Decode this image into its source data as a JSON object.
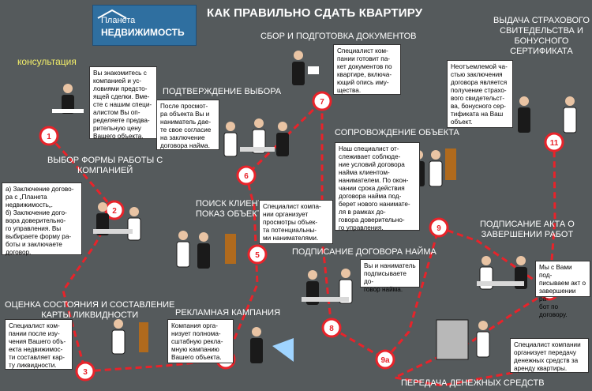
{
  "page_title": "КАК ПРАВИЛЬНО СДАТЬ КВАРТИРУ",
  "logo": {
    "line1": "Планета",
    "line2": "НЕДВИЖИМОСТЬ"
  },
  "colors": {
    "background": "#555a5c",
    "path": "#e8232a",
    "circle_fill": "#ffffff",
    "title": "#ffffff",
    "highlight": "#f2ee6a"
  },
  "steps": [
    {
      "number": "1",
      "title": "консультация",
      "text": "Вы знакомитесь с\nкомпанией и ус-\nловиями предсто-\nящей сделки. Вме-\nсте с нашим специ-\nалистом Вы оп-\nределяете предва-\nрительную цену\nВашего объекта."
    },
    {
      "number": "2",
      "title": "ВЫБОР ФОРМЫ РАБОТЫ С\nКОМПАНИЕЙ",
      "text": "а) Заключение догово-\nра с „Планета\nнедвижимость„.\nб) Заключение дого-\nвора доверительно-\nго управления. Вы\nвыбираете форму ра-\nботы и заключаете\nдоговор."
    },
    {
      "number": "3",
      "title": "ОЦЕНКА СОСТОЯНИЯ  И СОСТАВЛЕНИЕ\nКАРТЫ ЛИКВИДНОСТИ",
      "text": "Специалист ком-\nпании после изу-\nчения Вашего объ-\nекта недвижимос-\nти составляет кар-\nту ликвидности."
    },
    {
      "number": "4",
      "title": "РЕКЛАМНАЯ КАМПАНИЯ",
      "text": "Компания орга-\nнизует полнома-\nсштабную рекла-\nмную кампанию\nВашего объекта."
    },
    {
      "number": "5",
      "title": "ПОИСК КЛИЕНТА\nПОКАЗ ОБЪЕКТА",
      "text": "Специалист компа-\nнии организует\nпросмотры объек-\nта потенциальны-\nми нанимателями."
    },
    {
      "number": "6",
      "title": "ПОДТВЕРЖДЕНИЕ ВЫБОРА",
      "text": "После просмот-\nра объекта Вы и\nнаниматель дае-\nте свое согласие\nна заключение\nдоговора найма."
    },
    {
      "number": "7",
      "title": "СБОР И ПОДГОТОВКА ДОКУМЕНТОВ",
      "text": "Специалист ком-\nпании готовит па-\nкет документов по\nквартире, включа-\nющий опись  иму-\nщества."
    },
    {
      "number": "8",
      "title": "СОПРОВОЖДЕНИЕ ОБЪЕКТА",
      "text": "Наш специалист от-\nслеживает соблюде-\nние условий договора\nнайма клиентом-\nнанимателем. По окон-\nчании срока действия\nдоговора найма под-\nберет нового нанимате-\nля в рамках до-\nговора доверительно-\nго управления."
    },
    {
      "number": "9",
      "title": "ПОДПИСАНИЕ ДОГОВОРА НАЙМА",
      "text": "Вы и наниматель\nподписываете до-\nговор найма."
    },
    {
      "number": "9a",
      "title": "ПЕРЕДАЧА ДЕНЕЖНЫХ СРЕДСТВ",
      "text": "Специалист компании\nорганизует передачу\nденежных средств за\nаренду квартиры."
    },
    {
      "number": "10",
      "title": "ПОДПИСАНИЕ АКТА О\nЗАВЕРШЕНИИ РАБОТ",
      "text": "Мы с Вами под-\nписываем акт о\nзавершении ра-\nбот по договору."
    },
    {
      "number": "11",
      "title": "ВЫДАЧА СТРАХОВОГО\nСВИТЕДЕЛЬСТВА И\nБОНУСНОГО\nСЕРТИФИКАТА",
      "text": "Неотъемлемой ча-\nстью заключения\nдоговора является\nполучение страхо-\nвого свидетельст-\nва, бонусного сер-\nтификата на Ваш\nобъект."
    }
  ]
}
